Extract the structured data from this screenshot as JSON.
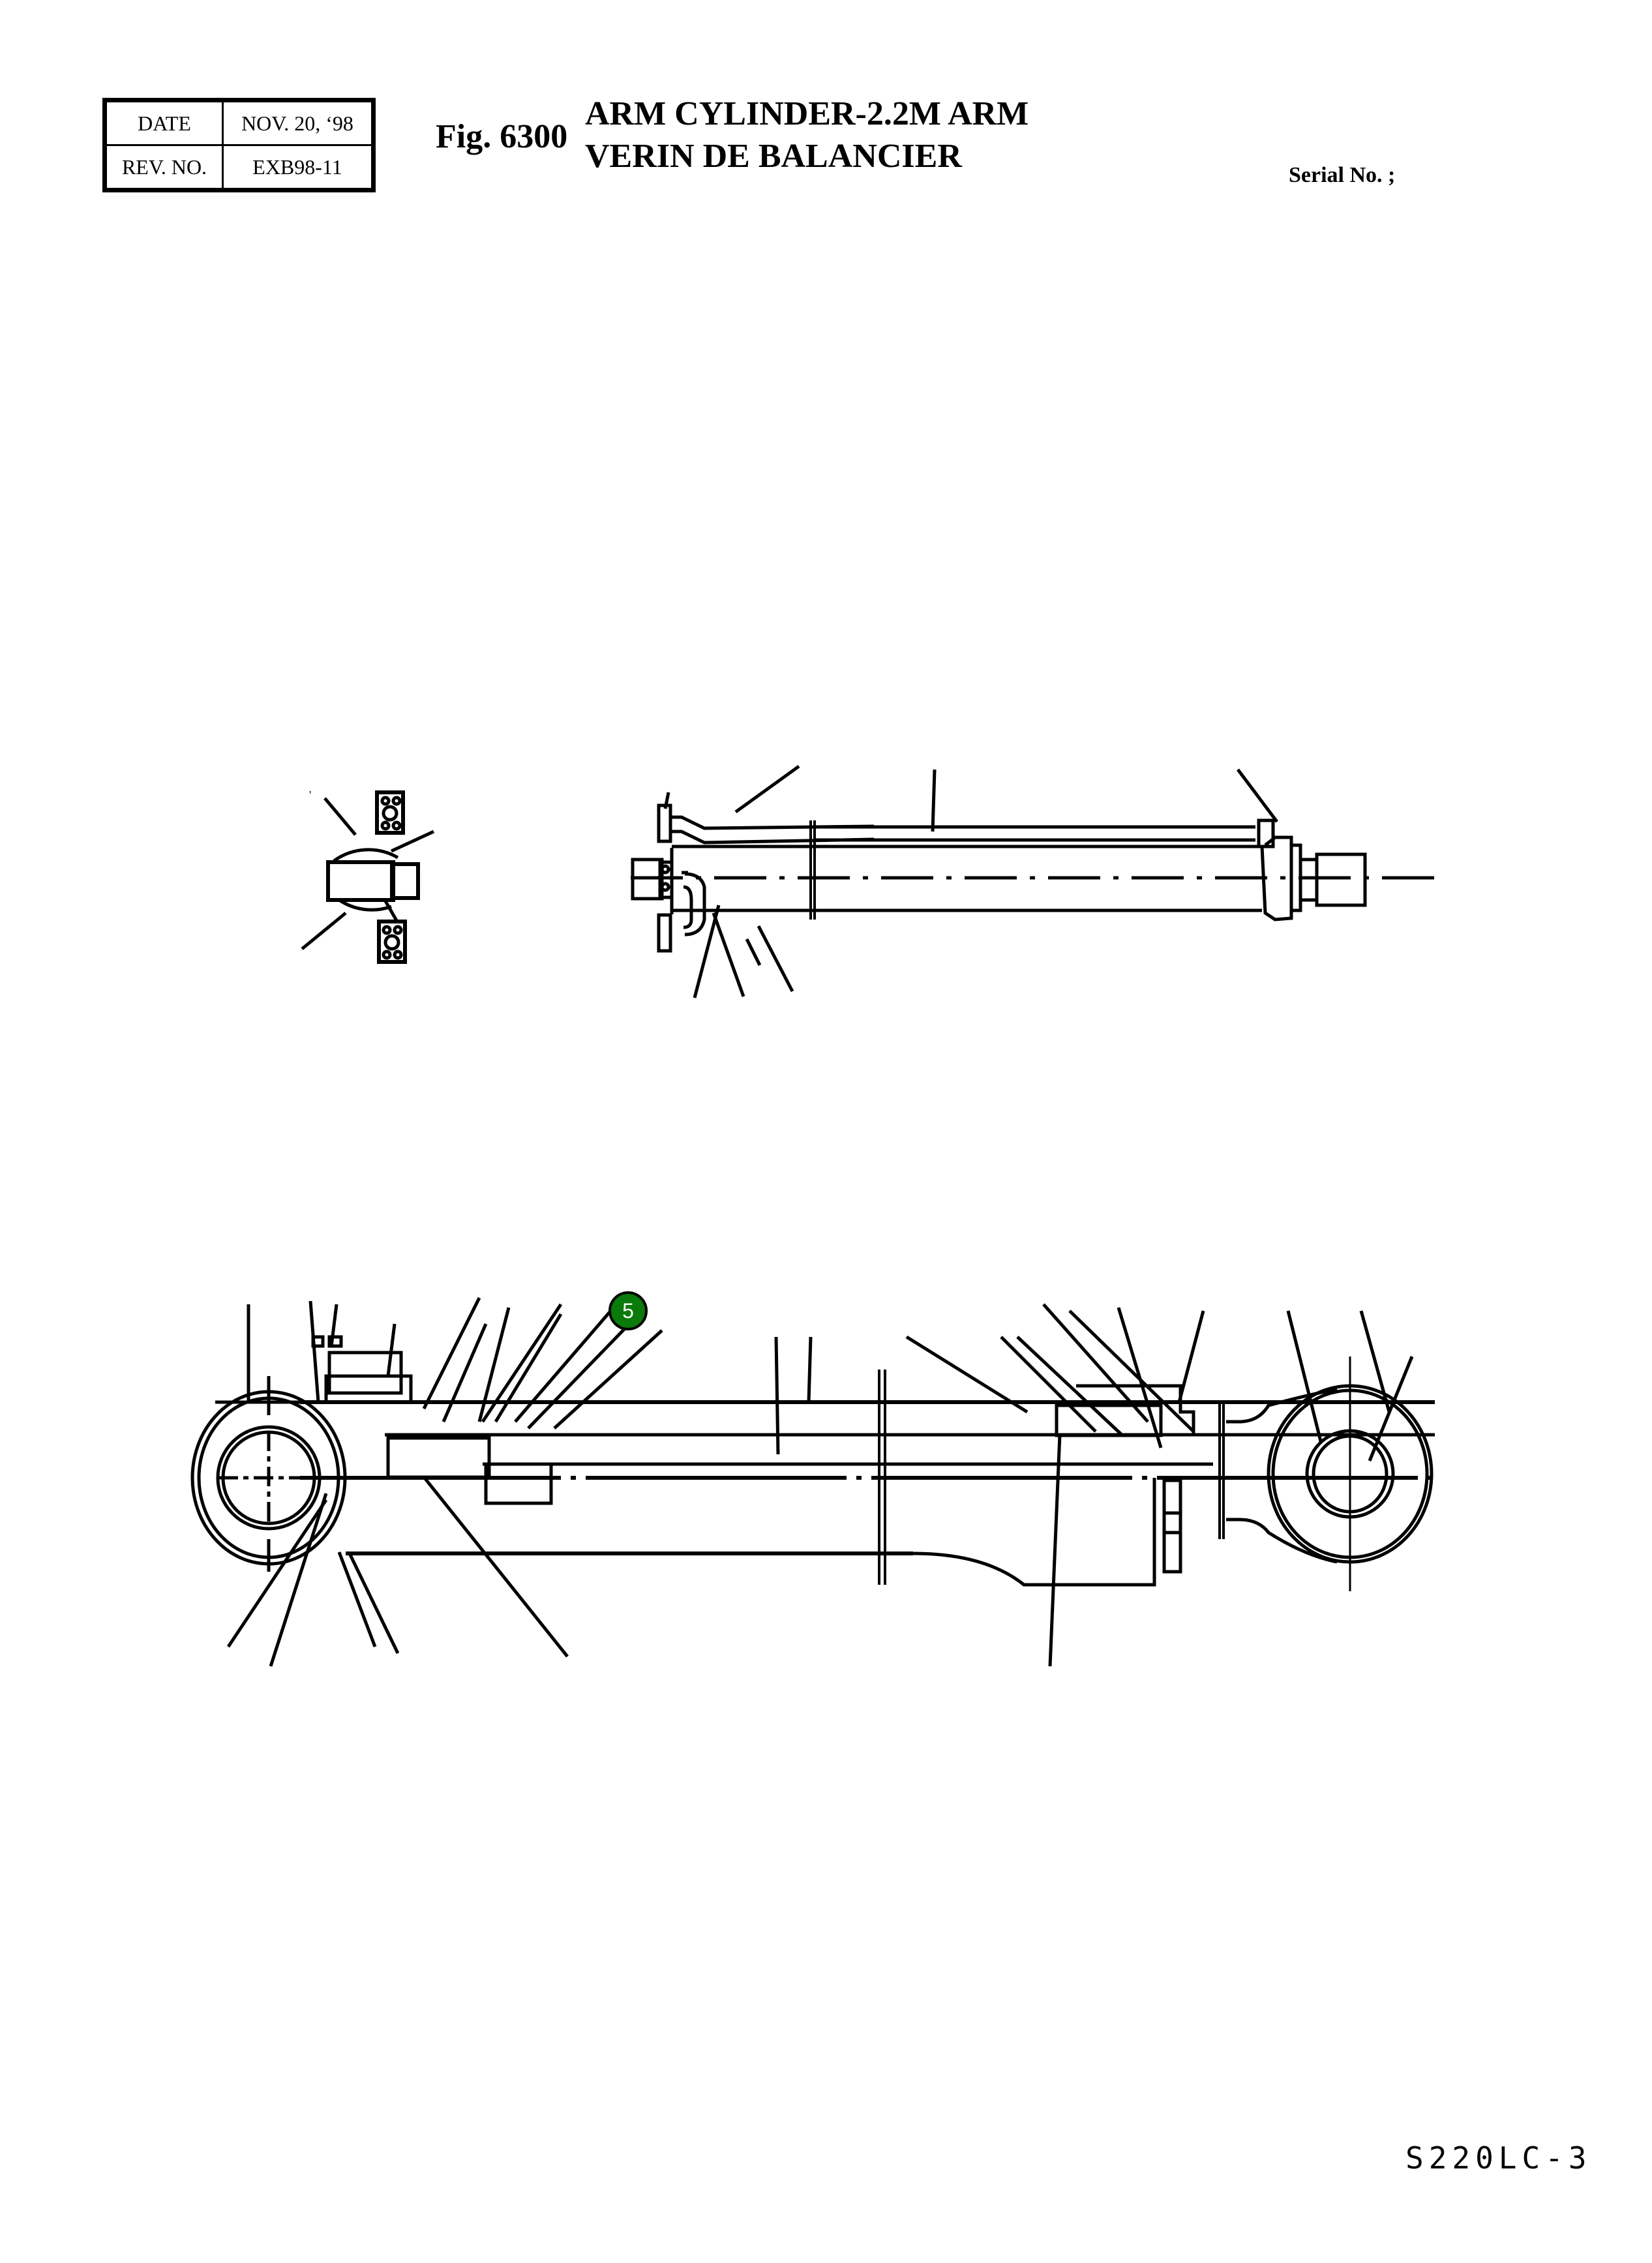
{
  "header": {
    "date_label": "DATE",
    "date_value": "NOV. 20, ‘98",
    "rev_label": "REV. NO.",
    "rev_value": "EXB98-11",
    "fig_label": "Fig. 6300",
    "title_en": "ARM CYLINDER-2.2M ARM",
    "title_fr": "VERIN DE BALANCIER",
    "serial_label": "Serial No. ;"
  },
  "callouts": [
    {
      "number": "5",
      "color": "#0a7a0a"
    }
  ],
  "footer": {
    "model": "S220LC-3"
  },
  "drawings": [
    {
      "name": "end-view",
      "description": "Cylinder end view with port flanges"
    },
    {
      "name": "side-view",
      "description": "Arm cylinder side view with pipe"
    },
    {
      "name": "section-view",
      "description": "Arm cylinder cross section"
    }
  ]
}
